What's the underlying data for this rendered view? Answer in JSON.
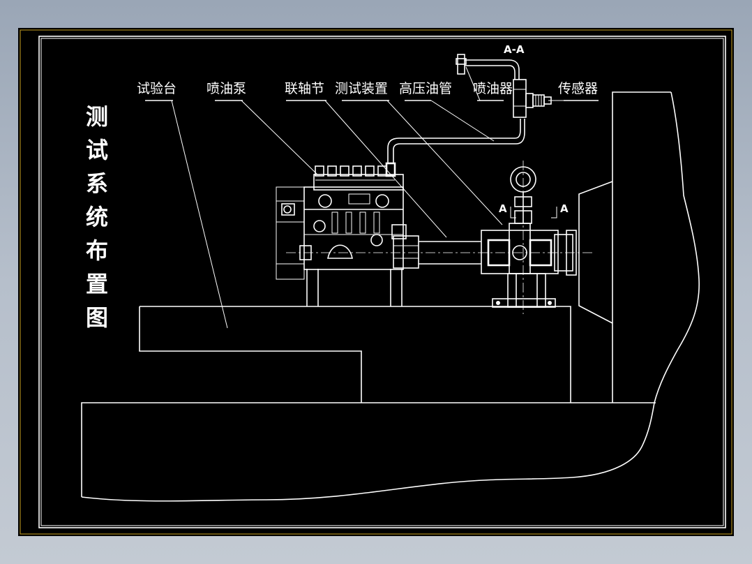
{
  "drawing": {
    "title_chars": [
      "测",
      "试",
      "系",
      "统",
      "布",
      "置",
      "图"
    ],
    "section_label": "A-A",
    "section_marks": [
      "A",
      "A"
    ],
    "labels": [
      {
        "id": "test-bench",
        "text": "试验台"
      },
      {
        "id": "injection-pump",
        "text": "喷油泵"
      },
      {
        "id": "coupling",
        "text": "联轴节"
      },
      {
        "id": "test-device",
        "text": "测试装置"
      },
      {
        "id": "high-pressure-pipe",
        "text": "高压油管"
      },
      {
        "id": "injector",
        "text": "喷油器"
      },
      {
        "id": "sensor",
        "text": "传感器"
      }
    ],
    "colors": {
      "background": "#000000",
      "lines": "#ffffff",
      "frame_accent": "#c8a020"
    }
  }
}
